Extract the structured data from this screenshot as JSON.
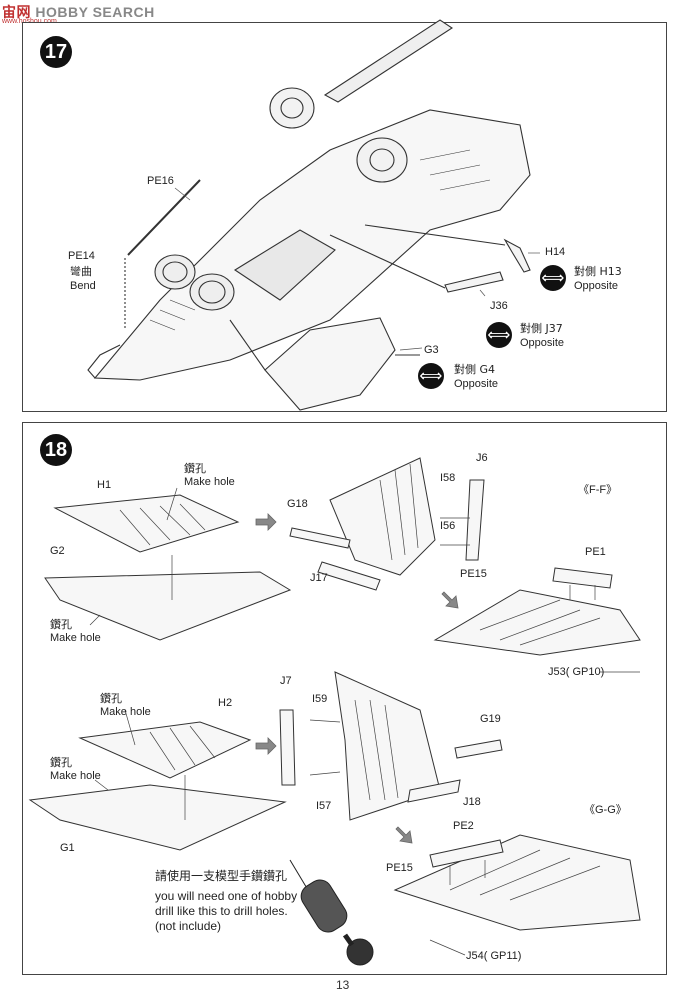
{
  "watermark": {
    "brand_cn": "宙",
    "brand_cn2": "网",
    "brand_en": "HOBBY SEARCH",
    "url": "www.hoshou.com"
  },
  "step17": {
    "number": "17",
    "labels": {
      "pe16": "PE16",
      "pe14": "PE14",
      "bend_cn": "彎曲",
      "bend_en": "Bend",
      "h14": "H14",
      "j36": "J36",
      "g3": "G3"
    },
    "opposites": [
      {
        "cn": "對側 H13",
        "en": "Opposite"
      },
      {
        "cn": "對側 J37",
        "en": "Opposite"
      },
      {
        "cn": "對側 G4",
        "en": "Opposite"
      }
    ]
  },
  "step18": {
    "number": "18",
    "labels": {
      "h1": "H1",
      "g2": "G2",
      "h2": "H2",
      "g1": "G1",
      "hole_cn": "鑽孔",
      "hole_en": "Make hole",
      "g18": "G18",
      "j17": "J17",
      "i58": "I58",
      "i56": "I56",
      "j6": "J6",
      "pe15": "PE15",
      "ff": "《F-F》",
      "pe1": "PE1",
      "j53": "J53( GP10)",
      "j7": "J7",
      "i59": "I59",
      "i57": "I57",
      "g19": "G19",
      "j18": "J18",
      "gg": "《G-G》",
      "pe2": "PE2",
      "pe15b": "PE15",
      "j54": "J54( GP11)"
    },
    "drill_note": {
      "cn": "請使用一支模型手鑽鑽孔",
      "line1": "you will need one of hobby",
      "line2": "drill like this to drill holes.",
      "line3": "(not include)"
    }
  },
  "page_number": "13"
}
